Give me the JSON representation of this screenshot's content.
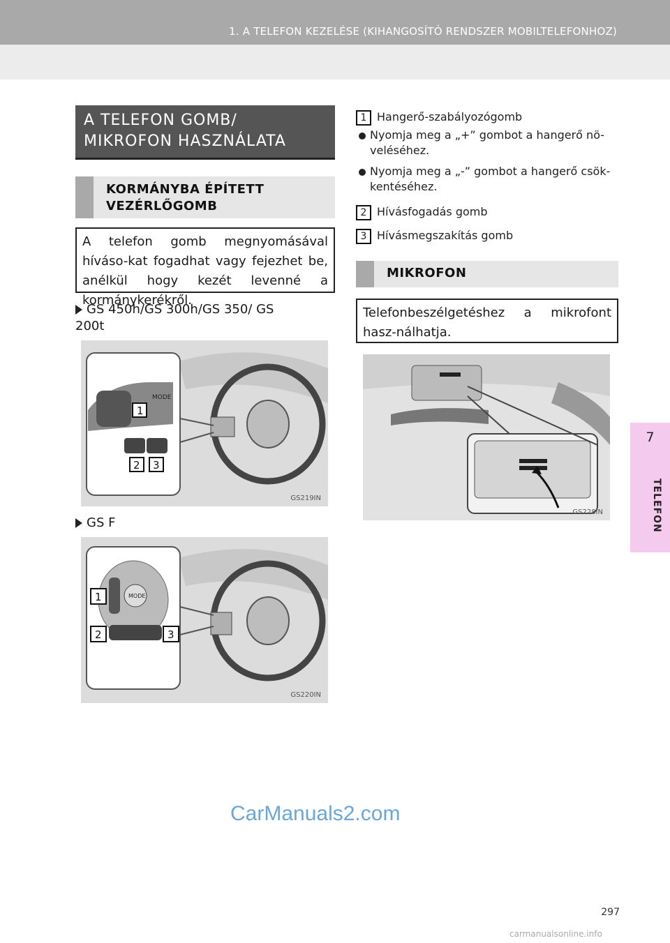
{
  "header": {
    "title": "1. A TELEFON KEZELÉSE (KIHANGOSÍTÓ RENDSZER MOBILTELEFONHOZ)"
  },
  "side_tab": {
    "number": "7",
    "label": "TELEFON"
  },
  "section_title": "A TELEFON GOMB/ MIKROFON HASZNÁLATA",
  "left": {
    "subhead": "KORMÁNYBA ÉPÍTETT VEZÉRLŐGOMB",
    "intro": "A telefon gomb megnyomásával híváso-kat fogadhat vagy fejezhet be, anélkül hogy kezét levenné a kormánykerékről.",
    "variant1": "GS 450h/GS 300h/GS 350/ GS 200t",
    "fig1_code": "GS219IN",
    "variant2": "GS F",
    "fig2_code": "GS220IN",
    "fig1_labels": [
      "1",
      "2",
      "3"
    ],
    "fig1_mode": "MODE",
    "fig2_labels": [
      "1",
      "2",
      "3"
    ],
    "fig2_mode": "MODE"
  },
  "right": {
    "items": [
      {
        "num": "1",
        "text": "Hangerő-szabályozógomb"
      },
      {
        "num": "2",
        "text": "Hívásfogadás gomb"
      },
      {
        "num": "3",
        "text": "Hívásmegszakítás gomb"
      }
    ],
    "bullets": [
      "Nyomja meg a „+” gombot a hangerő nö-veléséhez.",
      "Nyomja meg a „-” gombot a hangerő csök-kentéséhez."
    ],
    "subhead": "MIKROFON",
    "mic_box": "Telefonbeszélgetéshez a mikrofont hasz-nálhatja.",
    "fig3_code": "GS228IN"
  },
  "page_number": "297",
  "watermark": "CarManuals2.com",
  "footer_mark": "carmanualsonline.info"
}
